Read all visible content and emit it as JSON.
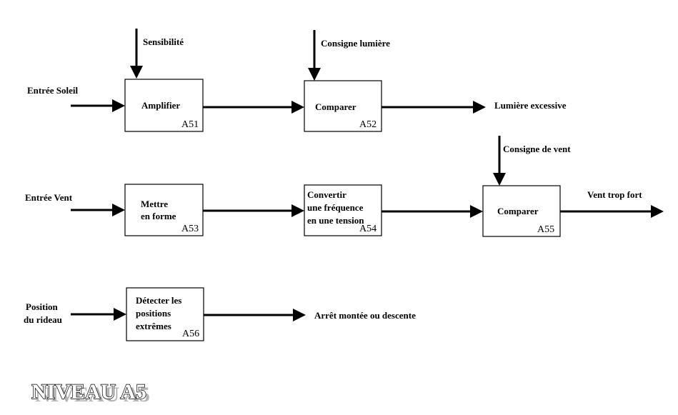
{
  "level_title": "NIVEAU A5",
  "blocks": {
    "a51": {
      "lines": [
        "Amplifier"
      ],
      "code": "A51"
    },
    "a52": {
      "lines": [
        "Comparer"
      ],
      "code": "A52"
    },
    "a53": {
      "lines": [
        "Mettre",
        "en forme"
      ],
      "code": "A53"
    },
    "a54": {
      "lines": [
        "Convertir",
        "une fréquence",
        "en une tension"
      ],
      "code": "A54"
    },
    "a55": {
      "lines": [
        "Comparer"
      ],
      "code": "A55"
    },
    "a56": {
      "lines": [
        "Détecter les",
        "positions",
        "extrêmes"
      ],
      "code": "A56"
    }
  },
  "labels": {
    "sensibilite": "Sensibilité",
    "consigne_lumiere": "Consigne lumière",
    "entree_soleil": "Entrée Soleil",
    "lumiere_excessive": "Lumière excessive",
    "consigne_vent": "Consigne de vent",
    "entree_vent": "Entrée Vent",
    "vent_trop_fort": "Vent trop fort",
    "position_rideau": [
      "Position",
      "du rideau"
    ],
    "arret": "Arrêt montée ou descente"
  }
}
